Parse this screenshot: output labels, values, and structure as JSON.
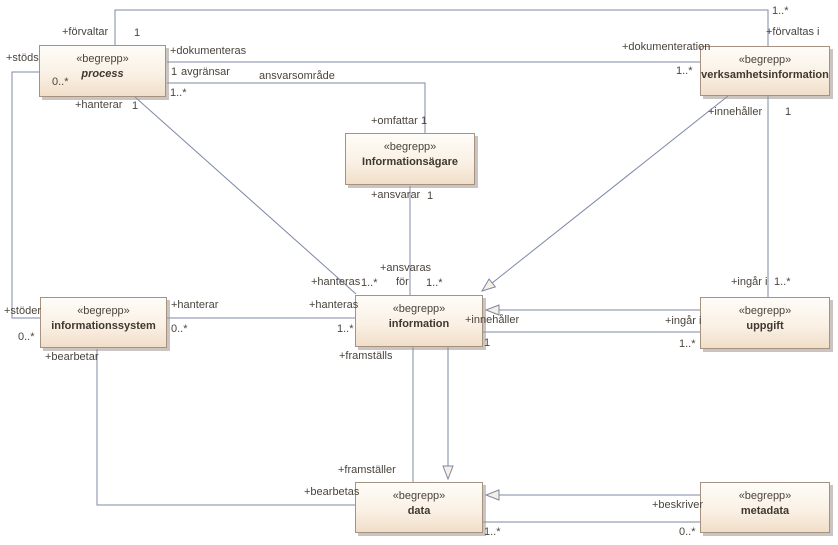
{
  "colors": {
    "connector": "#7d88a6",
    "node_border": "#a59281",
    "node_fill_top": "#fefcf8",
    "node_fill_bottom": "#f1dec9",
    "generalization_arrow_fill": "#f8efe4",
    "shadow": "#9e968e"
  },
  "nodes": {
    "process": {
      "stereotype": "«begrepp»",
      "name": "process"
    },
    "verksamhetsinformation": {
      "stereotype": "«begrepp»",
      "name": "verksamhetsinformation"
    },
    "informationsagare": {
      "stereotype": "«begrepp»",
      "name": "Informationsägare"
    },
    "informationssystem": {
      "stereotype": "«begrepp»",
      "name": "informationssystem"
    },
    "information": {
      "stereotype": "«begrepp»",
      "name": "information"
    },
    "uppgift": {
      "stereotype": "«begrepp»",
      "name": "uppgift"
    },
    "data": {
      "stereotype": "«begrepp»",
      "name": "data"
    },
    "metadata": {
      "stereotype": "«begrepp»",
      "name": "metadata"
    }
  },
  "labels": {
    "stods": "+stöds",
    "stods_mult": "0..*",
    "stoder": "+stöder",
    "stoder_mult": "0..*",
    "forvaltar": "+förvaltar",
    "forvaltar_mult": "1",
    "forvaltas_i": "+förvaltas i",
    "forvaltas_i_mult": "1..*",
    "dokumenteras": "+dokumenteras",
    "dokumenteras_mult": "1",
    "avgransar": "avgränsar",
    "avgransar_mult": "1..*",
    "ansvarsomrade": "ansvarsområde",
    "dokumenteration": "+dokumenteration",
    "dokumenteration_mult": "1..*",
    "omfattar": "+omfattar",
    "omfattar_mult": "1",
    "hanterar_diag": "+hanterar",
    "hanterar_diag_mult": "1",
    "hanteras_diag": "+hanteras",
    "hanteras_diag_mult": "1..*",
    "ansvarar": "+ansvarar",
    "ansvarar_mult": "1",
    "ansvaras": "+ansvaras",
    "ansvaras_for": "för",
    "ansvaras_mult": "1..*",
    "innehaller_v": "+innehåller",
    "innehaller_v_mult": "1",
    "ingar_i_v": "+ingår i",
    "ingar_i_v_mult": "1..*",
    "hanterar_h": "+hanterar",
    "hanterar_h_mult": "0..*",
    "hanteras_h": "+hanteras",
    "hanteras_h_mult": "1..*",
    "innehaller_h": "+innehåller",
    "innehaller_h_mult": "1",
    "ingar_i_h": "+ingår i",
    "ingar_i_h_mult": "1..*",
    "framstalls": "+framställs",
    "framstaller": "+framställer",
    "bearbetar": "+bearbetar",
    "bearbetas": "+bearbetas",
    "beskriver": "+beskriver",
    "beskriver_mult": "0..*",
    "beskrivs_mult": "1..*"
  }
}
